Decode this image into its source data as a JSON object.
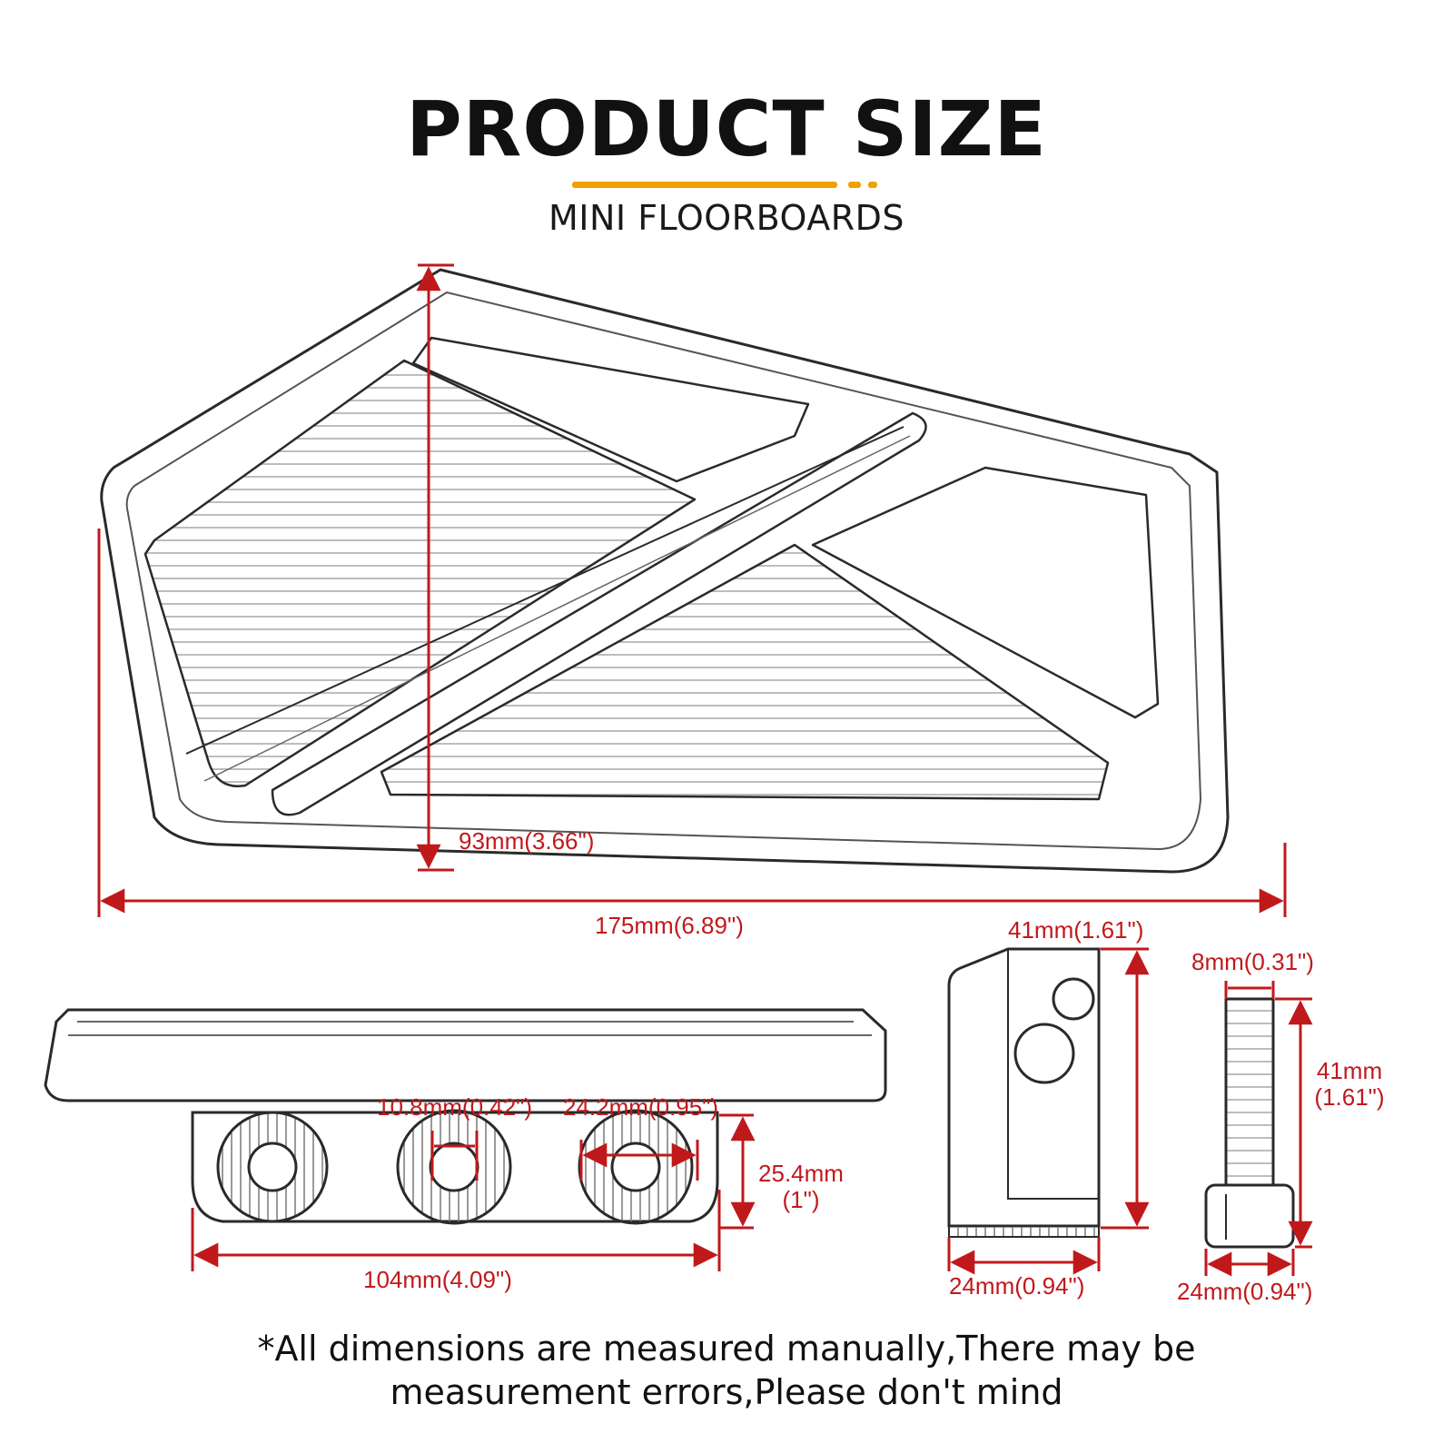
{
  "header": {
    "title": "PRODUCT SIZE",
    "subtitle": "MINI FLOORBOARDS"
  },
  "colors": {
    "dimension": "#c0191c",
    "accent": "#f0a000",
    "outline": "#2a2a2a",
    "text": "#111111"
  },
  "dimensions": {
    "board_height": "93mm(3.66\")",
    "board_length": "175mm(6.89\")",
    "hole_diameter": "10.8mm(0.42\")",
    "washer_diameter": "24.2mm(0.95\")",
    "bracket_height_line1": "25.4mm",
    "bracket_height_line2": "(1\")",
    "bracket_length": "104mm(4.09\")",
    "block_height": "41mm(1.61\")",
    "block_width": "24mm(0.94\")",
    "bolt_diameter": "8mm(0.31\")",
    "bolt_length_line1": "41mm",
    "bolt_length_line2": "(1.61\")",
    "bolt_head_width": "24mm(0.94\")"
  },
  "footer": {
    "disclaimer_line1": "*All dimensions are measured manually,There may be",
    "disclaimer_line2": "measurement errors,Please don't mind"
  }
}
